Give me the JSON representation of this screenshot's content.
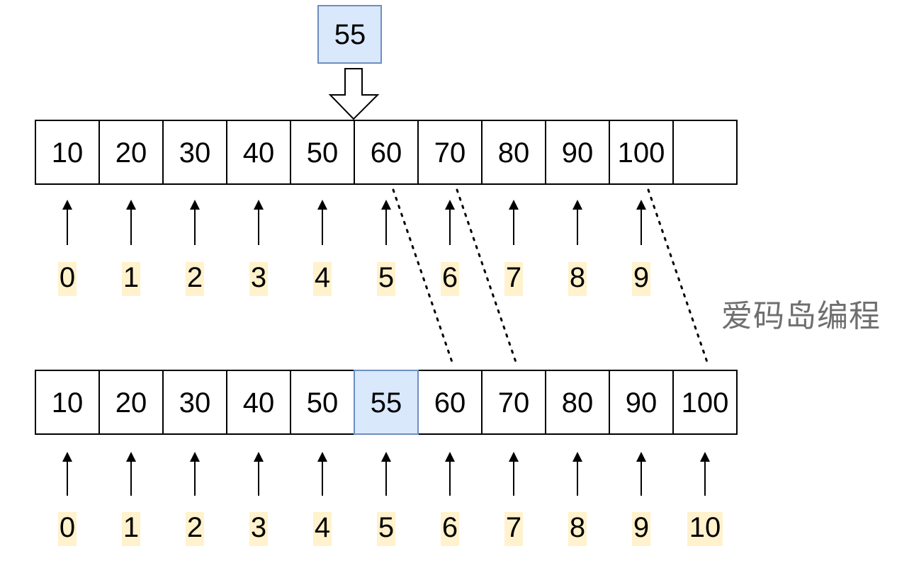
{
  "insert_value": "55",
  "top_array": {
    "cells": [
      "10",
      "20",
      "30",
      "40",
      "50",
      "60",
      "70",
      "80",
      "90",
      "100",
      ""
    ],
    "indices": [
      "0",
      "1",
      "2",
      "3",
      "4",
      "5",
      "6",
      "7",
      "8",
      "9"
    ]
  },
  "bottom_array": {
    "cells": [
      "10",
      "20",
      "30",
      "40",
      "50",
      "55",
      "60",
      "70",
      "80",
      "90",
      "100"
    ],
    "indices": [
      "0",
      "1",
      "2",
      "3",
      "4",
      "5",
      "6",
      "7",
      "8",
      "9",
      "10"
    ],
    "highlight_cell": 5
  },
  "shift_links": [
    {
      "from_index": 5,
      "to_index": 6
    },
    {
      "from_index": 6,
      "to_index": 7
    },
    {
      "from_index": 9,
      "to_index": 10
    }
  ],
  "watermark": "爱码岛编程",
  "colors": {
    "highlight_fill": "#dae8fc",
    "highlight_stroke": "#6c8ebf",
    "index_bg": "#fff2cc",
    "stroke": "#000000"
  }
}
